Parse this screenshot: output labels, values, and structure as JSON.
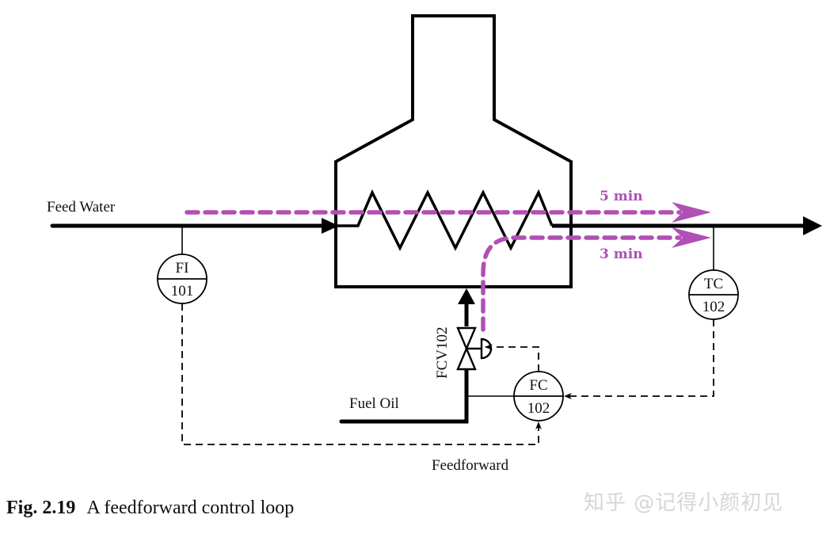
{
  "figure": {
    "caption_number": "Fig. 2.19",
    "caption_text": "A feedforward control loop",
    "watermark": "知乎 @记得小颜初见"
  },
  "streams": {
    "feed_water": "Feed Water",
    "fuel_oil": "Fuel Oil",
    "feedforward": "Feedforward"
  },
  "instruments": {
    "fi": {
      "tag": "FI",
      "number": "101"
    },
    "tc": {
      "tag": "TC",
      "number": "102"
    },
    "fc": {
      "tag": "FC",
      "number": "102"
    }
  },
  "valve": {
    "tag": "FCV102"
  },
  "delays": {
    "feed_water_path": "5 min",
    "fuel_path": "3 min"
  },
  "colors": {
    "line": "#000000",
    "delay_path": "#b04fb4"
  }
}
